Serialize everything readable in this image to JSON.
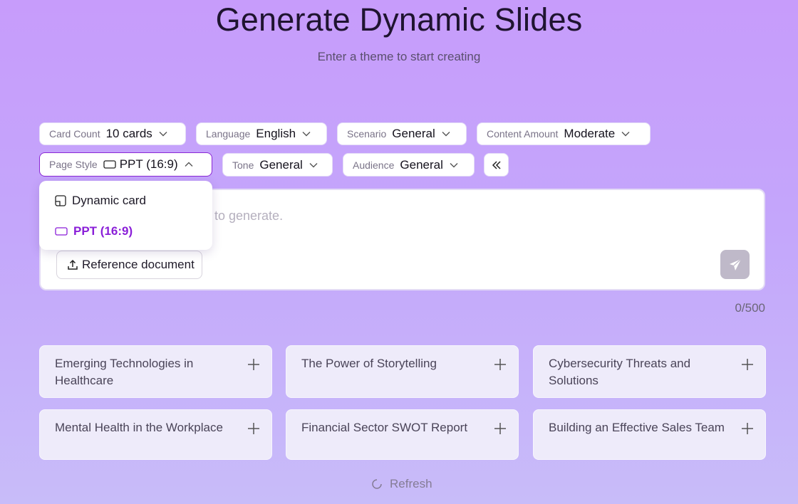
{
  "header": {
    "title": "Generate Dynamic Slides",
    "subtitle": "Enter a theme to start creating"
  },
  "options": {
    "card_count": {
      "label": "Card Count",
      "value": "10 cards"
    },
    "language": {
      "label": "Language",
      "value": "English"
    },
    "scenario": {
      "label": "Scenario",
      "value": "General"
    },
    "content_amount": {
      "label": "Content Amount",
      "value": "Moderate"
    },
    "page_style": {
      "label": "Page Style",
      "value": "PPT (16:9)",
      "icon": "rectangle-icon"
    },
    "tone": {
      "label": "Tone",
      "value": "General"
    },
    "audience": {
      "label": "Audience",
      "value": "General"
    },
    "collapse_icon": "chevrons-left-icon"
  },
  "page_style_menu": {
    "items": [
      {
        "label": "Dynamic card",
        "icon": "card-layout-icon",
        "selected": false
      },
      {
        "label": "PPT (16:9)",
        "icon": "rectangle-icon",
        "selected": true
      }
    ]
  },
  "input": {
    "placeholder_visible": "to generate.",
    "reference_button": "Reference document",
    "counter": "0/500",
    "send_icon": "send-icon"
  },
  "topics": [
    {
      "text": "Emerging Technologies in Healthcare"
    },
    {
      "text": "The Power of Storytelling"
    },
    {
      "text": "Cybersecurity Threats and Solutions"
    },
    {
      "text": "Mental Health in the Workplace"
    },
    {
      "text": "Financial Sector SWOT Report"
    },
    {
      "text": "Building an Effective Sales Team"
    }
  ],
  "refresh_label": "Refresh",
  "colors": {
    "accent": "#8a1fd8",
    "background_top": "#c79cfb",
    "background_bottom": "#c8bcf9",
    "topic_card": "#eeebfa",
    "send_button": "#bfb9c9"
  }
}
